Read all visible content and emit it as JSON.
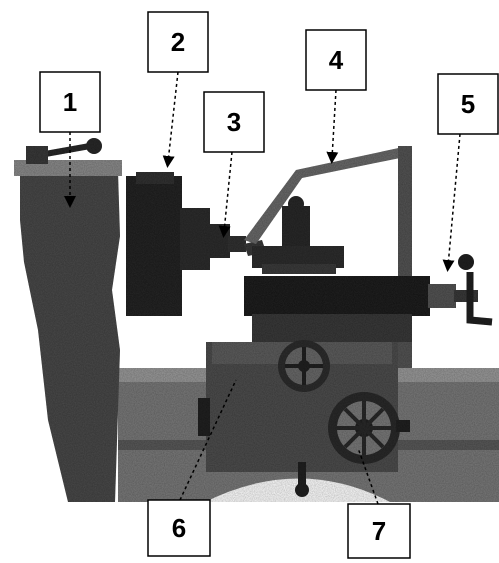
{
  "callouts": [
    {
      "id": "1",
      "label": "1",
      "part": "headstock"
    },
    {
      "id": "2",
      "label": "2",
      "part": "chuck"
    },
    {
      "id": "3",
      "label": "3",
      "part": "cutting-tool"
    },
    {
      "id": "4",
      "label": "4",
      "part": "tool-arm"
    },
    {
      "id": "5",
      "label": "5",
      "part": "feed-handwheel"
    },
    {
      "id": "6",
      "label": "6",
      "part": "apron-lever"
    },
    {
      "id": "7",
      "label": "7",
      "part": "carriage-handwheel"
    }
  ],
  "colors": {
    "machine_dark": "#2b2b2b",
    "machine_mid": "#555555",
    "machine_light": "#8a8a8a",
    "bed": "#6e6e6e",
    "box_stroke": "#000000",
    "box_fill": "#ffffff"
  }
}
